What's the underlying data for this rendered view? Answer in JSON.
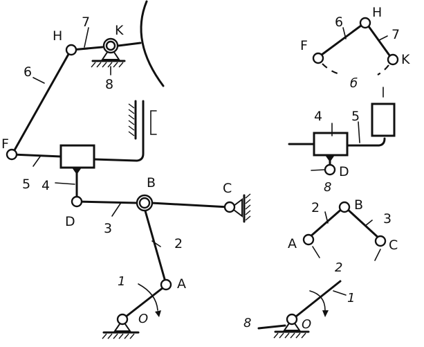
{
  "main_mechanism": {
    "joint_labels": {
      "H": "H",
      "K": "K",
      "F": "F",
      "B": "B",
      "C": "C",
      "D": "D",
      "A": "A",
      "O": "O"
    },
    "link_labels": {
      "l7": "7",
      "l6": "6",
      "l8": "8",
      "l5": "5",
      "l4": "4",
      "l3": "3",
      "l2": "2",
      "l1": "1"
    }
  },
  "group_a": {
    "letter": "б",
    "labels": {
      "F": "F",
      "l6": "6",
      "H": "H",
      "l7": "7",
      "K": "K"
    }
  },
  "group_b": {
    "labels": {
      "l4": "4",
      "l5": "5",
      "D": "D",
      "l8": "8"
    }
  },
  "group_c": {
    "labels": {
      "l2": "2",
      "B": "B",
      "l3": "3",
      "A": "A",
      "C": "C"
    }
  },
  "group_d": {
    "labels": {
      "top": "2",
      "l1": "1",
      "l8": "8",
      "O": "O"
    }
  }
}
